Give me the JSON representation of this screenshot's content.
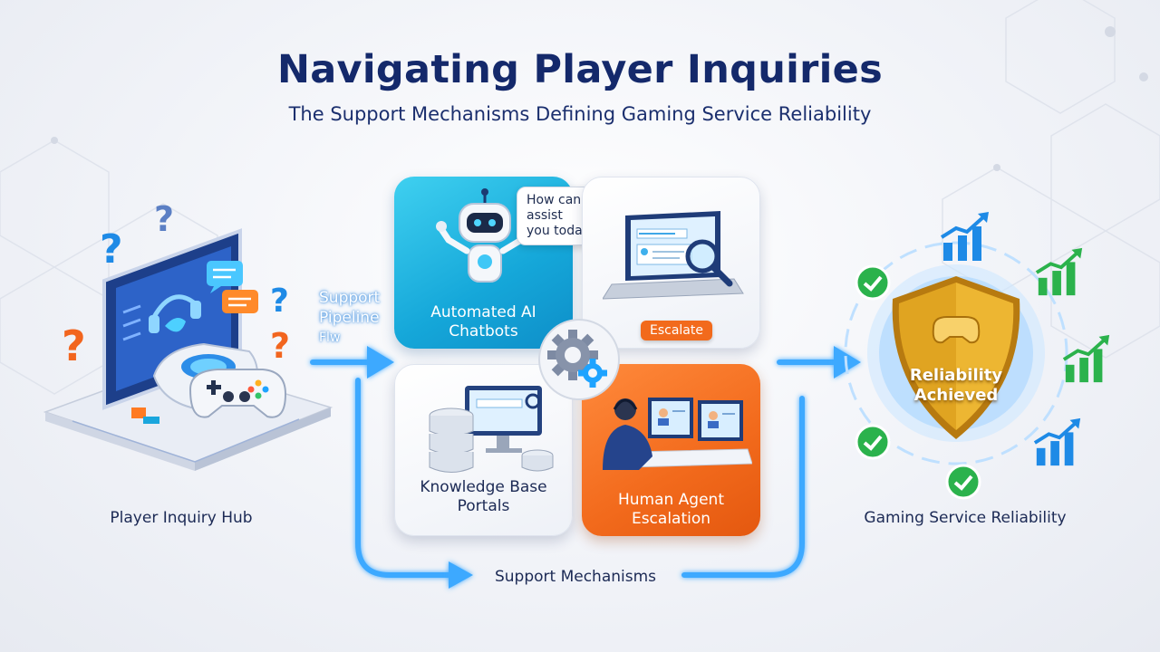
{
  "header": {
    "title": "Navigating Player Inquiries",
    "subtitle": "The Support Mechanisms Defining Gaming Service Reliability"
  },
  "hub": {
    "label": "Player Inquiry Hub"
  },
  "pipeline": {
    "label_line1": "Support",
    "label_line2": "Pipeline",
    "label_line3": "Flw",
    "bottom_label": "Support Mechanisms"
  },
  "tiles": {
    "chatbots": {
      "label_line1": "Automated AI",
      "label_line2": "Chatbots",
      "bubble_line1": "How can I assist",
      "bubble_line2": "you today?"
    },
    "escalate": {
      "button_label": "Escalate"
    },
    "knowledge": {
      "label_line1": "Knowledge Base",
      "label_line2": "Portals"
    },
    "human": {
      "label_line1": "Human Agent",
      "label_line2": "Escalation"
    }
  },
  "reliability": {
    "shield_line1": "Reliability",
    "shield_line2": "Achieved",
    "label": "Gaming Service Reliability"
  },
  "colors": {
    "title": "#14296b",
    "accent_blue": "#1aa6dd",
    "accent_orange": "#f26a1c",
    "gold": "#e0a421",
    "check_green": "#2bb24c",
    "flow_blue": "#3ea9ff"
  },
  "icons": [
    "question-mark-icon",
    "headset-icon",
    "chat-bubble-icon",
    "gamepad-icon",
    "robot-icon",
    "laptop-search-icon",
    "gear-icon",
    "database-icon",
    "monitor-icon",
    "agent-workstation-icon",
    "shield-icon",
    "checkmark-icon",
    "bar-chart-growth-icon",
    "flow-arrow-icon"
  ]
}
